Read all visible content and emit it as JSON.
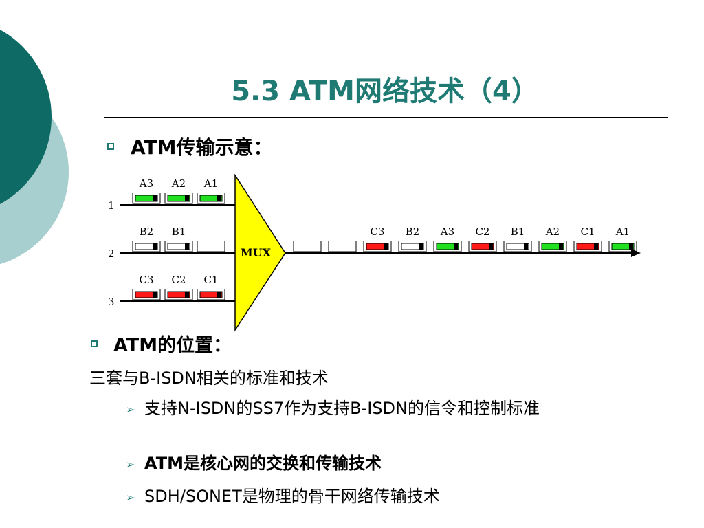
{
  "title": "5.3 ATM网络技术（4）",
  "section1": {
    "heading": "ATM传输示意："
  },
  "diagram": {
    "inputs": [
      {
        "line": "1",
        "cells": [
          {
            "label": "A3",
            "color": "#20e020"
          },
          {
            "label": "A2",
            "color": "#20e020"
          },
          {
            "label": "A1",
            "color": "#20e020"
          }
        ]
      },
      {
        "line": "2",
        "cells": [
          {
            "label": "B2",
            "color": "#ffffff"
          },
          {
            "label": "B1",
            "color": "#ffffff"
          },
          {
            "label": "",
            "color": ""
          }
        ]
      },
      {
        "line": "3",
        "cells": [
          {
            "label": "C3",
            "color": "#ff1a1a"
          },
          {
            "label": "C2",
            "color": "#ff1a1a"
          },
          {
            "label": "C1",
            "color": "#ff1a1a"
          }
        ]
      }
    ],
    "mux_label": "MUX",
    "mux_color": "#ffff00",
    "output": [
      {
        "label": "",
        "color": ""
      },
      {
        "label": "",
        "color": ""
      },
      {
        "label": "C3",
        "color": "#ff1a1a"
      },
      {
        "label": "B2",
        "color": "#ffffff"
      },
      {
        "label": "A3",
        "color": "#20e020"
      },
      {
        "label": "C2",
        "color": "#ff1a1a"
      },
      {
        "label": "B1",
        "color": "#ffffff"
      },
      {
        "label": "A2",
        "color": "#20e020"
      },
      {
        "label": "C1",
        "color": "#ff1a1a"
      },
      {
        "label": "A1",
        "color": "#20e020"
      }
    ]
  },
  "section2": {
    "heading": "ATM的位置：",
    "intro": "三套与B-ISDN相关的标准和技术",
    "items": [
      {
        "text": "支持N-ISDN的SS7作为支持B-ISDN的信令和控制标准",
        "bold": false
      },
      {
        "text": "ATM是核心网的交换和传输技术",
        "bold": true
      },
      {
        "text": "SDH/SONET是物理的骨干网络传输技术",
        "bold": false
      }
    ]
  },
  "colors": {
    "accent": "#1f7a73",
    "circle_dark": "#0e6a65",
    "circle_light": "#a8cfd0"
  },
  "icons": {
    "bullet": "square-bullet-icon",
    "sub_bullet": "arrowhead-bullet-icon"
  }
}
